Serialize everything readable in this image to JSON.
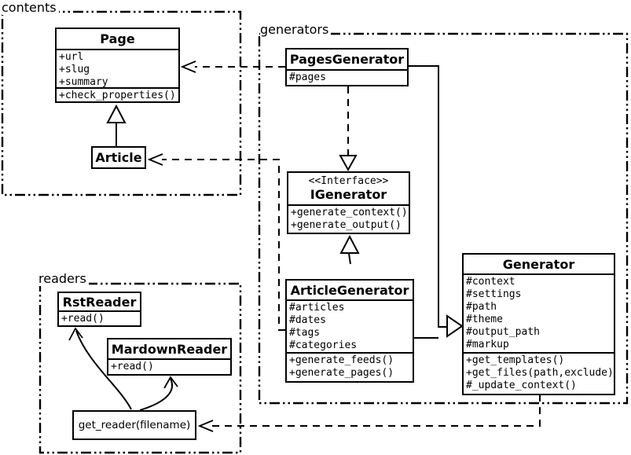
{
  "diagram": {
    "packages": {
      "contents": "contents",
      "generators": "generators",
      "readers": "readers"
    },
    "classes": {
      "page": {
        "name": "Page",
        "attributes": [
          "+url",
          "+slug",
          "+summary"
        ],
        "methods": [
          "+check_properties()"
        ]
      },
      "article": {
        "name": "Article"
      },
      "pages_generator": {
        "name": "PagesGenerator",
        "attributes": [
          "#pages"
        ]
      },
      "igenerator": {
        "stereotype": "<<Interface>>",
        "name": "IGenerator",
        "methods": [
          "+generate_context()",
          "+generate_output()"
        ]
      },
      "article_generator": {
        "name": "ArticleGenerator",
        "attributes": [
          "#articles",
          "#dates",
          "#tags",
          "#categories"
        ],
        "methods": [
          "+generate_feeds()",
          "+generate_pages()"
        ]
      },
      "generator": {
        "name": "Generator",
        "attributes": [
          "#context",
          "#settings",
          "#path",
          "#theme",
          "#output_path",
          "#markup"
        ],
        "methods": [
          "+get_templates()",
          "+get_files(path,exclude)",
          "#_update_context()"
        ]
      },
      "rst_reader": {
        "name": "RstReader",
        "methods": [
          "+read()"
        ]
      },
      "mardown_reader": {
        "name": "MardownReader",
        "methods": [
          "+read()"
        ]
      },
      "get_reader": {
        "label": "get_reader(filename)"
      }
    },
    "relationships": [
      {
        "from": "Article",
        "to": "Page",
        "type": "generalization"
      },
      {
        "from": "PagesGenerator",
        "to": "Page",
        "type": "dependency"
      },
      {
        "from": "ArticleGenerator",
        "to": "Article",
        "type": "dependency"
      },
      {
        "from": "PagesGenerator",
        "to": "IGenerator",
        "type": "realization"
      },
      {
        "from": "ArticleGenerator",
        "to": "IGenerator",
        "type": "realization"
      },
      {
        "from": "PagesGenerator",
        "to": "Generator",
        "type": "generalization"
      },
      {
        "from": "ArticleGenerator",
        "to": "Generator",
        "type": "generalization"
      },
      {
        "from": "Generator",
        "to": "get_reader(filename)",
        "type": "dependency"
      },
      {
        "from": "get_reader(filename)",
        "to": "RstReader",
        "type": "arrow"
      },
      {
        "from": "get_reader(filename)",
        "to": "MardownReader",
        "type": "arrow"
      }
    ],
    "colors": {
      "line": "#000000",
      "background": "#ffffff",
      "box_fill": "#ffffff"
    }
  }
}
